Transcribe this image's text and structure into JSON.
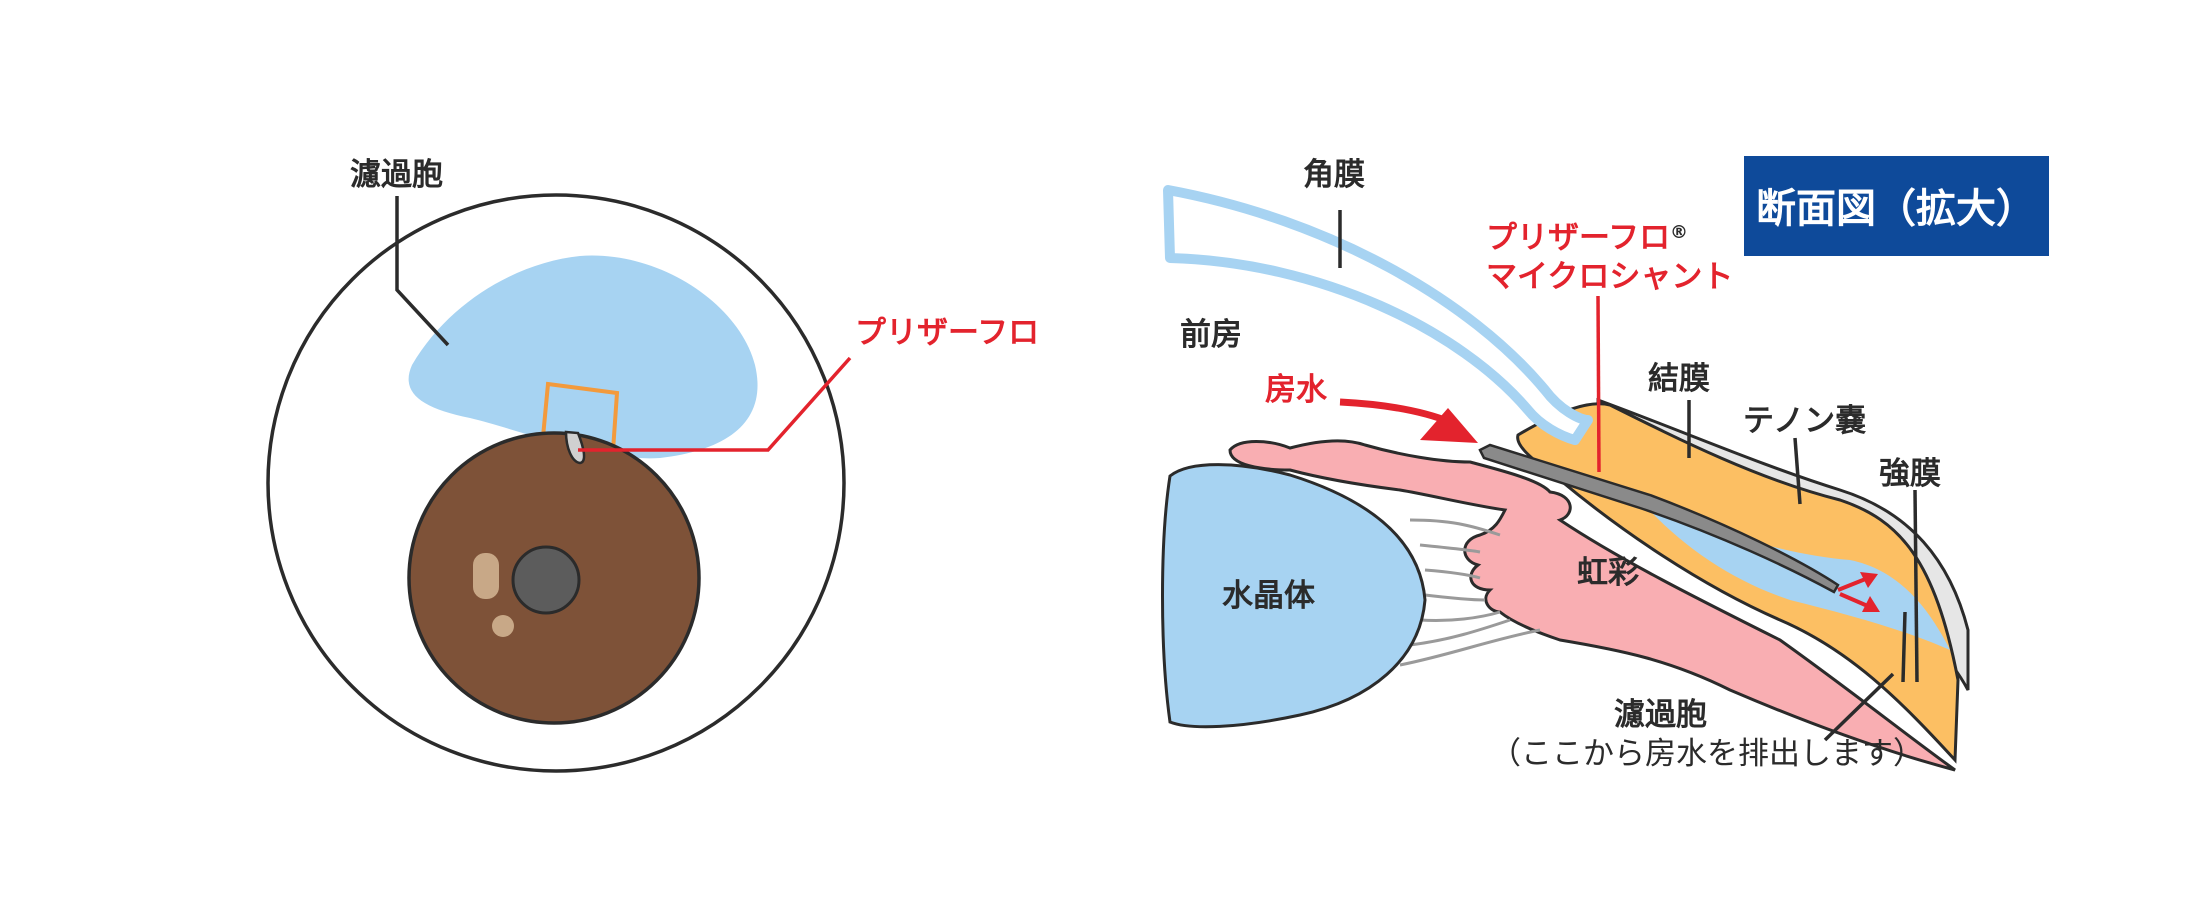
{
  "front_view": {
    "bleb_label": "濾過胞",
    "device_label": "プリザーフロ"
  },
  "cross_section": {
    "badge": "断面図（拡大）",
    "cornea": "角膜",
    "anterior_chamber": "前房",
    "aqueous_humor": "房水",
    "device_name_line1": "プリザーフロ",
    "device_name_registered": "®",
    "device_name_line2": "マイクロシャント",
    "conjunctiva": "結膜",
    "tenon_capsule": "テノン嚢",
    "sclera": "強膜",
    "iris": "虹彩",
    "lens": "水晶体",
    "bleb_label": "濾過胞",
    "bleb_note": "（ここから房水を排出します）"
  },
  "colors": {
    "outline": "#2b2b2b",
    "bleb_blue": "#a7d3f2",
    "iris_brown": "#7e5238",
    "pupil_gray": "#5c5c5c",
    "accent_red": "#e3232d",
    "device_orange": "#f39a3c",
    "badge_blue": "#0e4a9a",
    "iris_pink": "#f9aeb2",
    "tissue_orange": "#fcbf63",
    "sclera_gray": "#e6e6e6",
    "shunt_gray": "#8a8a8a"
  }
}
